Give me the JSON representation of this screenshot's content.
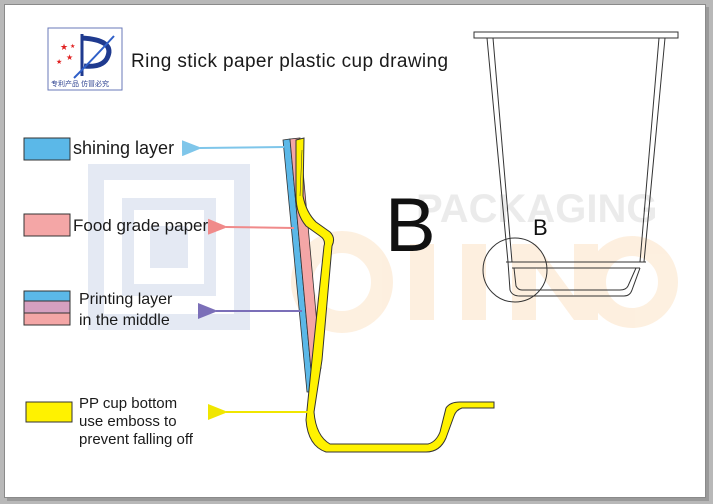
{
  "title": "Ring stick paper plastic cup drawing",
  "logo": {
    "caption": "专利产品 仿冒必究"
  },
  "legend": {
    "shining": "shining layer",
    "food": "Food grade paper",
    "printing_line1": "Printing layer",
    "printing_line2": "in the middle",
    "pp_line1": "PP cup bottom",
    "pp_line2": "use emboss to",
    "pp_line3": "prevent falling off"
  },
  "callouts": {
    "detail_big": "B",
    "detail_small": "B"
  },
  "colors": {
    "shining": "#5bb8e8",
    "food_paper": "#f4a6a6",
    "printing_mid": "#d6a0c0",
    "pp_bottom": "#fff200",
    "arrow_shining": "#7fc6ea",
    "arrow_food": "#f08a8a",
    "arrow_printing": "#7b6fb8",
    "arrow_pp": "#f0e600",
    "outline": "#333333"
  }
}
